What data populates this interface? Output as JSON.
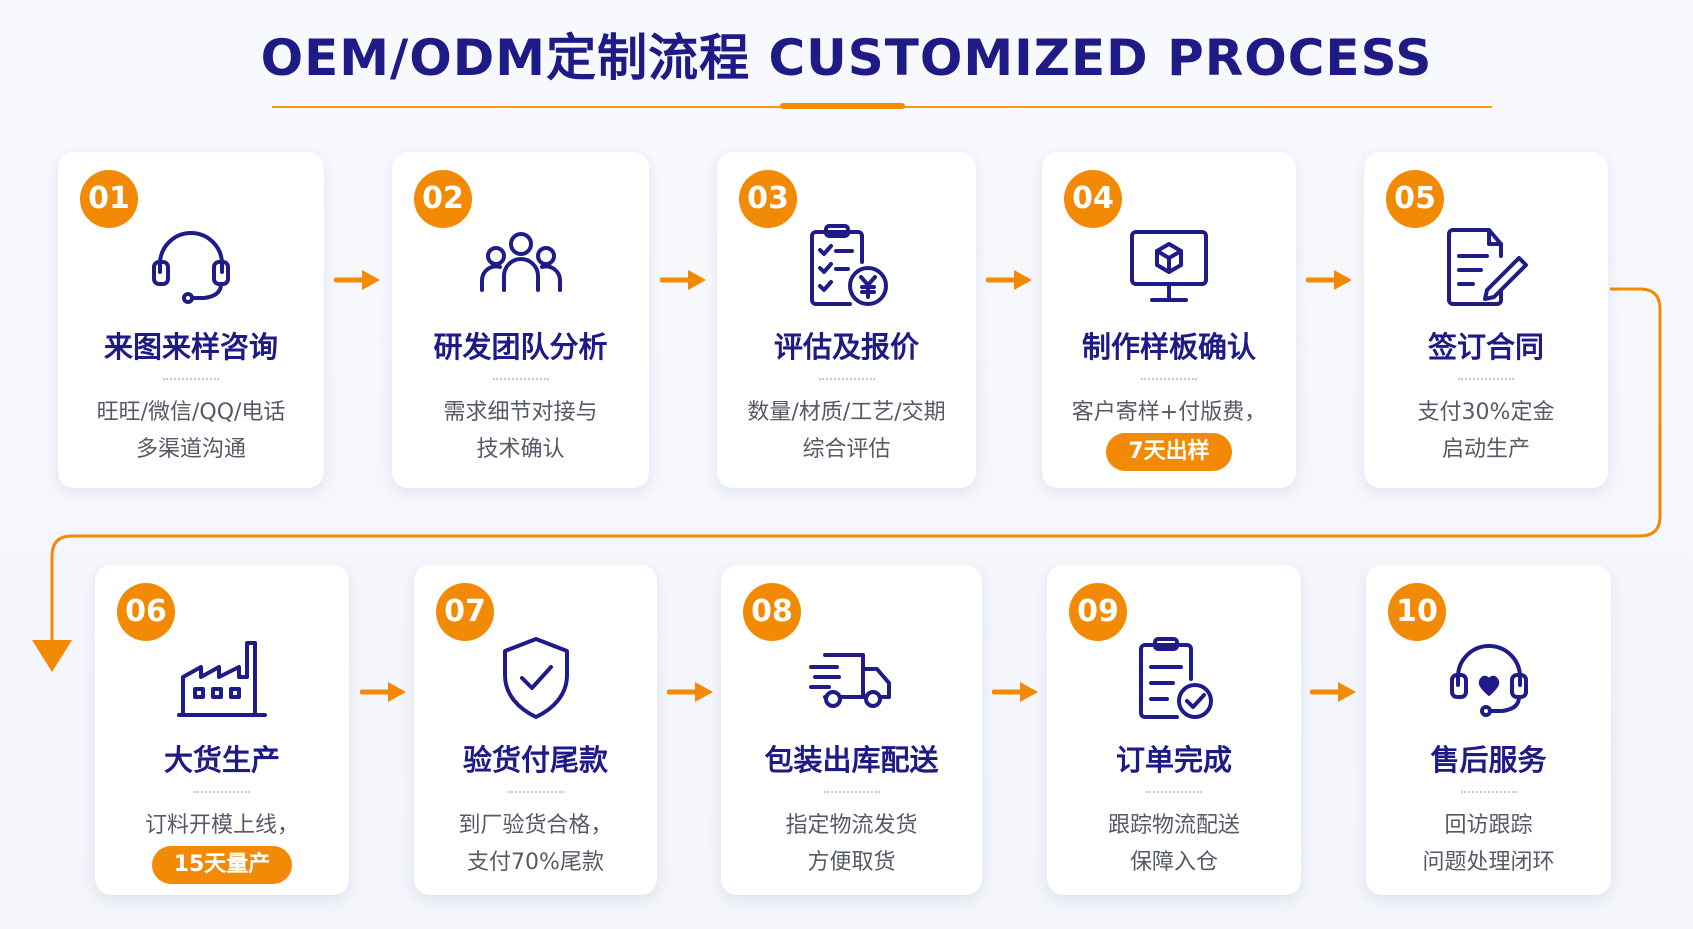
{
  "header": {
    "title": "OEM/ODM定制流程 CUSTOMIZED PROCESS"
  },
  "colors": {
    "accent": "#f28a05",
    "title_navy": "#1e1a86",
    "icon_navy": "#1f1c8a",
    "desc_gray": "#555a66"
  },
  "steps": [
    {
      "num": "01",
      "icon": "headset-icon",
      "title": "来图来样咨询",
      "lines": [
        "旺旺/微信/QQ/电话",
        "多渠道沟通"
      ],
      "highlight": ""
    },
    {
      "num": "02",
      "icon": "team-icon",
      "title": "研发团队分析",
      "lines": [
        "需求细节对接与",
        "技术确认"
      ],
      "highlight": ""
    },
    {
      "num": "03",
      "icon": "quote-clipboard-icon",
      "title": "评估及报价",
      "lines": [
        "数量/材质/工艺/交期",
        "综合评估"
      ],
      "highlight": ""
    },
    {
      "num": "04",
      "icon": "monitor-3d-icon",
      "title": "制作样板确认",
      "lines": [
        "客户寄样+付版费，"
      ],
      "highlight": "7天出样"
    },
    {
      "num": "05",
      "icon": "contract-sign-icon",
      "title": "签订合同",
      "lines": [
        "支付30%定金",
        "启动生产"
      ],
      "highlight": ""
    },
    {
      "num": "06",
      "icon": "factory-icon",
      "title": "大货生产",
      "lines": [
        "订料开模上线，"
      ],
      "highlight": "15天量产"
    },
    {
      "num": "07",
      "icon": "shield-check-icon",
      "title": "验货付尾款",
      "lines": [
        "到厂验货合格，",
        "支付70%尾款"
      ],
      "highlight": ""
    },
    {
      "num": "08",
      "icon": "delivery-truck-icon",
      "title": "包装出库配送",
      "lines": [
        "指定物流发货",
        "方便取货"
      ],
      "highlight": ""
    },
    {
      "num": "09",
      "icon": "clipboard-check-icon",
      "title": "订单完成",
      "lines": [
        "跟踪物流配送",
        "保障入仓"
      ],
      "highlight": ""
    },
    {
      "num": "10",
      "icon": "headset-heart-icon",
      "title": "售后服务",
      "lines": [
        "回访跟踪",
        "问题处理闭环"
      ],
      "highlight": ""
    }
  ]
}
